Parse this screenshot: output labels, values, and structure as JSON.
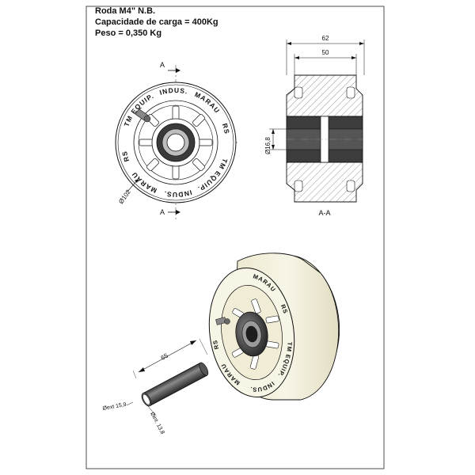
{
  "header": {
    "line1": "Roda M4\" N.B.",
    "line2": "Capacidade de carga = 400Kg",
    "line3": "Peso = 0,350 Kg"
  },
  "front_view": {
    "section_mark_top": "A",
    "section_mark_bottom": "A",
    "diameter_label": "Ø102",
    "ring_text": [
      "TM EQUIP.",
      "INDUS.",
      "MARAU",
      "RS",
      "TM EQUIP.",
      "INDUS.",
      "MARAU",
      "RS"
    ]
  },
  "section_view": {
    "dim_overall": "62",
    "dim_inner": "50",
    "dim_bore": "Ø16,8",
    "title": "A-A"
  },
  "iso_view": {
    "ring_text": [
      "TM EQUIP.",
      "INDUS.",
      "MARAU",
      "RS",
      "MARAU",
      "RS"
    ]
  },
  "tube": {
    "length": "65",
    "ext_diameter": "Øext 15,9",
    "int_diameter": "Øint. 13,8"
  },
  "colors": {
    "wheel_fill": "#f4f1df",
    "metal": "#4a4a4a",
    "line": "#111111",
    "hatch": "#555555"
  }
}
